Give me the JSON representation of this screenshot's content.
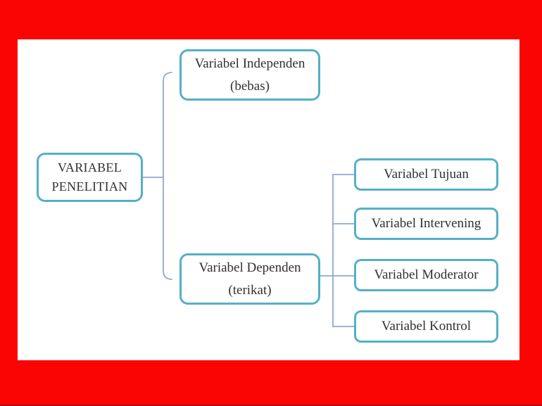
{
  "colors": {
    "background": "#fb0404",
    "canvas": "#ffffff",
    "box_border": "#54b0c6",
    "connector": "#8fa9cc",
    "text": "#303030",
    "bottom_edge": "#a80f0f"
  },
  "diagram": {
    "root": {
      "line1": "VARIABEL",
      "line2": "PENELITIAN"
    },
    "branches": [
      {
        "line1": "Variabel Independen",
        "line2": "(bebas)"
      },
      {
        "line1": "Variabel Dependen",
        "line2": "(terikat)"
      }
    ],
    "leaves": [
      "Variabel Tujuan",
      "Variabel Intervening",
      "Variabel Moderator",
      "Variabel Kontrol"
    ]
  }
}
